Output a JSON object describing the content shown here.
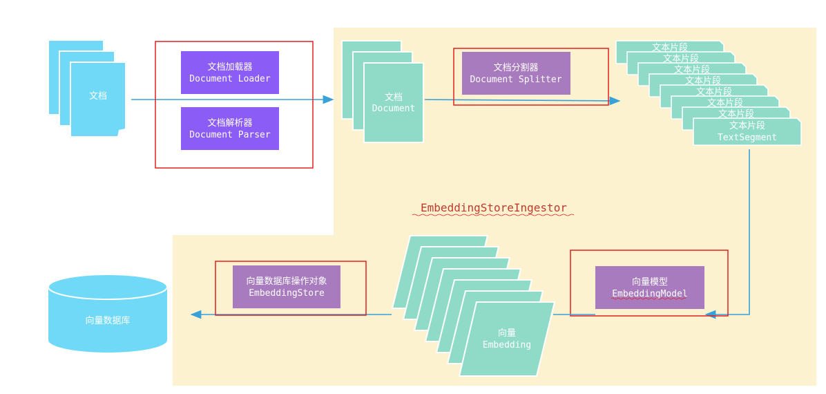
{
  "documents": {
    "label": "文档"
  },
  "loader": {
    "zh": "文档加载器",
    "en": "Document Loader"
  },
  "parser": {
    "zh": "文档解析器",
    "en": "Document Parser"
  },
  "document": {
    "zh": "文档",
    "en": "Document"
  },
  "splitter": {
    "zh": "文档分割器",
    "en": "Document Splitter"
  },
  "segment": {
    "zh": "文本片段",
    "en": "TextSegment"
  },
  "ingestor": {
    "label": "EmbeddingStoreIngestor"
  },
  "model": {
    "zh": "向量模型",
    "en": "EmbeddingModel"
  },
  "embedding": {
    "zh": "向量",
    "en": "Embedding"
  },
  "store": {
    "zh": "向量数据库操作对象",
    "en": "EmbeddingStore"
  },
  "database": {
    "label": "向量数据库"
  },
  "colors": {
    "panel": "#fdf2d0",
    "doc_blue": "#6fd9f7",
    "teal": "#8fdbc8",
    "purple_dark": "#8b5cf6",
    "purple_light": "#a77bbd",
    "red_box": "#e02020",
    "arrow": "#3aa0d8"
  }
}
